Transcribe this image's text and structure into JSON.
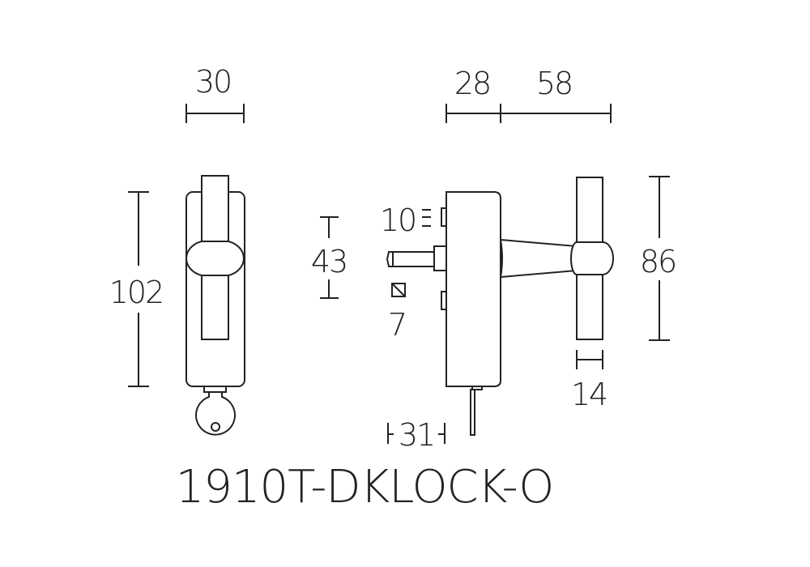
{
  "drawing": {
    "product_code": "1910T-DKLOCK-O",
    "dimensions": {
      "front_width": "30",
      "front_height": "102",
      "side_body_depth": "28",
      "handle_projection": "58",
      "spindle_offset": "43",
      "spindle_length": "10",
      "spindle_square": "7",
      "handle_height": "86",
      "handle_thickness": "14",
      "key_offset": "31"
    },
    "line_color": "#222222",
    "background": "#ffffff"
  }
}
